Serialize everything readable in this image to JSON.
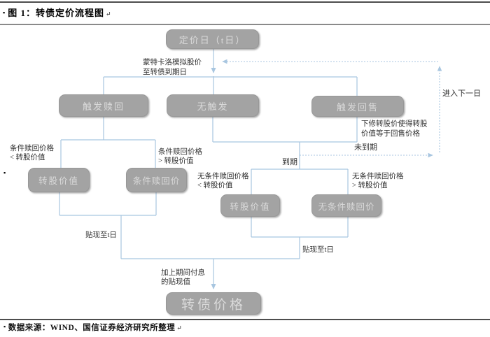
{
  "title": {
    "bullet": "▪",
    "text": "图 1：转债定价流程图",
    "return_mark": "↵"
  },
  "footer": {
    "bullet": "▪",
    "text": "数据来源：WIND、国信证券经济研究所整理",
    "return_mark": "↵"
  },
  "nodes": {
    "pricing_date": "定价日（t日）",
    "trigger_redeem": "触发赎回",
    "no_trigger": "无触发",
    "trigger_put": "触发回售",
    "conv_value_left": "转股价值",
    "cond_redeem_price": "条件赎回价",
    "conv_value_right": "转股价值",
    "uncond_redeem_price": "无条件赎回价",
    "bond_price": "转债价格"
  },
  "labels": {
    "monte_carlo": "蒙特卡洛模拟股价\n至转债到期日",
    "next_day": "进入下一日",
    "revise_conversion": "下修转股价使得转股\n价值等于回售价格",
    "not_matured": "未到期",
    "matured": "到期",
    "cond_redeem_lt": "条件赎回价格\n< 转股价值",
    "cond_redeem_gt": "条件赎回价格\n> 转股价值",
    "uncond_redeem_lt": "无条件赎回价格\n< 转股价值",
    "uncond_redeem_gt": "无条件赎回价格\n> 转股价值",
    "discount_left": "贴现至t日",
    "discount_right": "贴现至t日",
    "plus_interest": "加上期间付息\n的贴现值",
    "stray_bullet": "▪"
  },
  "colors": {
    "connector_line": "#a8c6e0",
    "node_fill": "#a3a3a3",
    "node_text": "#dadada",
    "label_text": "#303030",
    "rule_dark": "#4d4d4d",
    "rule_gray": "#8a8a8a"
  }
}
